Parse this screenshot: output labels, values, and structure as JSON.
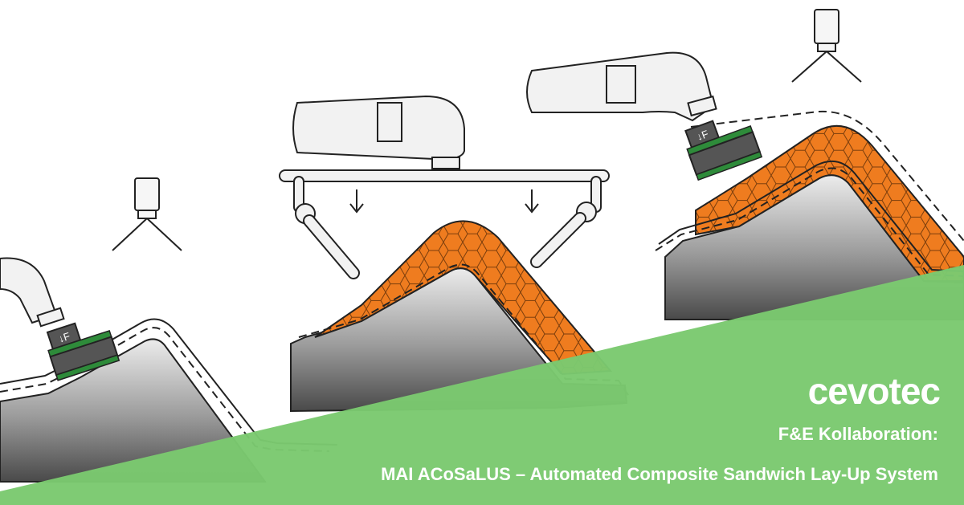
{
  "brand": {
    "name": "cevotec"
  },
  "headline": {
    "subtitle": "F&E Kollaboration:",
    "title": "MAI ACoSaLUS – Automated Composite Sandwich Lay-Up System"
  },
  "labels": {
    "force_label": "↓F"
  },
  "colors": {
    "green": "#7BC96F",
    "dark_green": "#2E8B3A",
    "orange": "#EF7C1F",
    "tool_dark": "#4a4a4a",
    "robot_fill": "#f2f2f2",
    "outline": "#222222",
    "background": "#ffffff"
  },
  "icons": [
    "robot-arm-icon",
    "gantry-gripper-icon",
    "camera-icon",
    "force-sensor-icon",
    "honeycomb-core-icon",
    "mould-tool-icon"
  ]
}
